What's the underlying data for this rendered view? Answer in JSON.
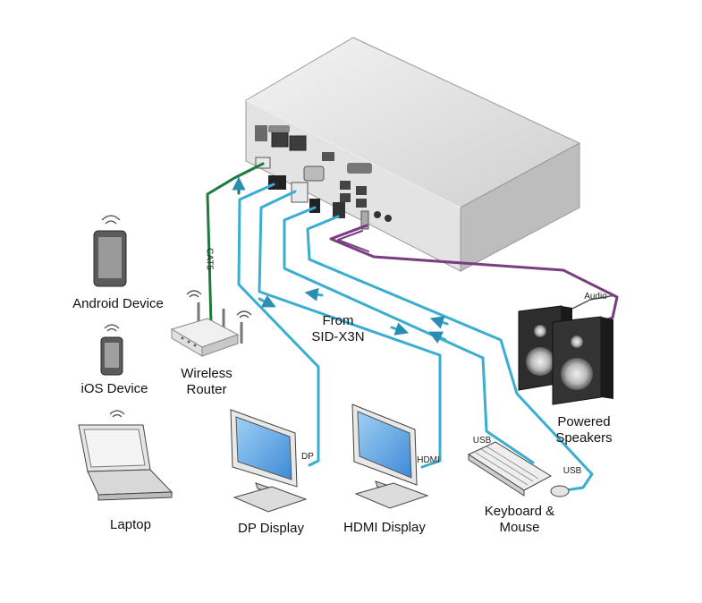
{
  "labels": {
    "android": "Android Device",
    "ios": "iOS Device",
    "laptop": "Laptop",
    "router_line1": "Wireless",
    "router_line2": "Router",
    "from_line1": "From",
    "from_line2": "SID-X3N",
    "dp_display": "DP Display",
    "hdmi_display": "HDMI Display",
    "keyboard_line1": "Keyboard &",
    "keyboard_line2": "Mouse",
    "speakers_line1": "Powered",
    "speakers_line2": "Speakers"
  },
  "cable_labels": {
    "cat5": "CAT5",
    "audio": "Audio",
    "dp": "DP",
    "hdmi": "HDMI",
    "usb_keyboard": "USB",
    "usb_mouse": "USB"
  },
  "colors": {
    "cable_blue": "#3aaed0",
    "cable_green": "#1f7a3e",
    "cable_purple": "#7a3d82",
    "device_gray": "#d9d9d9",
    "screen_blue": "#5aa6e6"
  }
}
